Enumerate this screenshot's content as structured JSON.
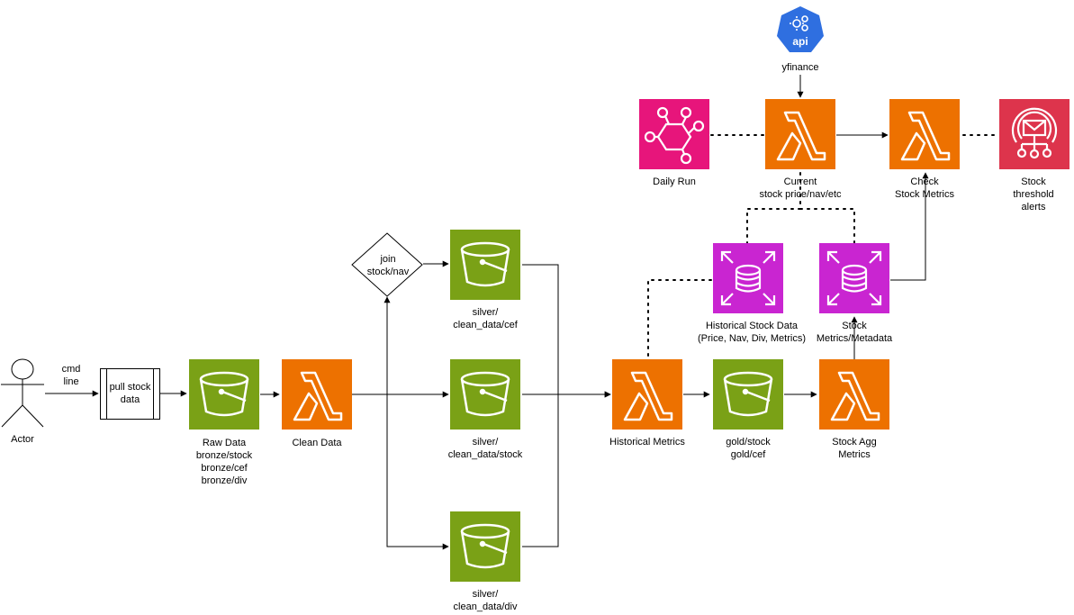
{
  "colors": {
    "s3": "#7aa116",
    "lambda": "#ed7100",
    "eventbridge": "#e7157b",
    "sns": "#dd344c",
    "rds": "#c925d1",
    "api": "#2f6fe0"
  },
  "actor": {
    "label": "Actor",
    "cmd_label": "cmd\nline",
    "icon": "stick-figure-icon"
  },
  "pull": {
    "label": "pull stock\ndata"
  },
  "raw": {
    "label": "Raw Data\nbronze/stock\nbronze/cef\nbronze/div",
    "icon": "s3-bucket-icon"
  },
  "clean": {
    "label": "Clean Data",
    "icon": "lambda-icon"
  },
  "join": {
    "label": "join\nstock/nav"
  },
  "silver_cef": {
    "label": "silver/\nclean_data/cef",
    "icon": "s3-bucket-icon"
  },
  "silver_stock": {
    "label": "silver/\nclean_data/stock",
    "icon": "s3-bucket-icon"
  },
  "silver_div": {
    "label": "silver/\nclean_data/div",
    "icon": "s3-bucket-icon"
  },
  "hist_metrics": {
    "label": "Historical Metrics",
    "icon": "lambda-icon"
  },
  "gold": {
    "label": "gold/stock\ngold/cef",
    "icon": "s3-bucket-icon"
  },
  "agg": {
    "label": "Stock Agg\nMetrics",
    "icon": "lambda-icon"
  },
  "hist_data": {
    "label": "Historical Stock Data\n(Price, Nav, Div, Metrics)",
    "icon": "database-icon"
  },
  "stock_meta": {
    "label": "Stock\nMetrics/Metadata",
    "icon": "database-icon"
  },
  "daily": {
    "label": "Daily Run",
    "icon": "eventbridge-icon"
  },
  "current": {
    "label": "Current\nstock price/nav/etc",
    "icon": "lambda-icon"
  },
  "check": {
    "label": "Check\nStock Metrics",
    "icon": "lambda-icon"
  },
  "alerts": {
    "label": "Stock threshold\nalerts",
    "icon": "sns-alert-icon"
  },
  "api": {
    "badge": "api",
    "label": "yfinance",
    "icon": "api-gear-icon"
  }
}
